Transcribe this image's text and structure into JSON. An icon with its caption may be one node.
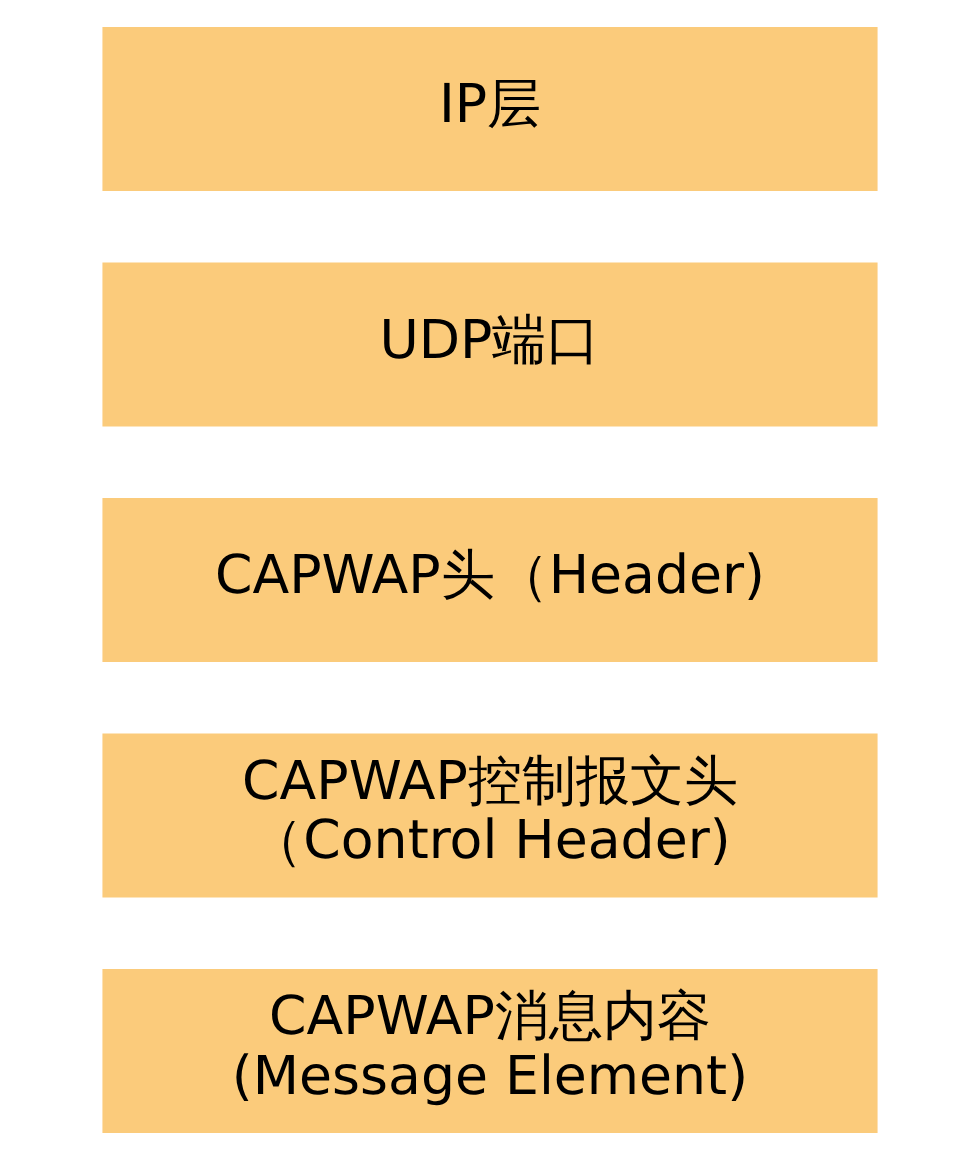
{
  "diagram": {
    "nodes": [
      {
        "text": [
          "IP层"
        ]
      },
      {
        "text": [
          "UDP端口"
        ]
      },
      {
        "text": [
          "CAPWAP头（Header)"
        ]
      },
      {
        "text": [
          "CAPWAP控制报文头（Control Header)"
        ]
      },
      {
        "text": [
          "CAPWAP消息内容(Message Element)"
        ]
      }
    ]
  }
}
